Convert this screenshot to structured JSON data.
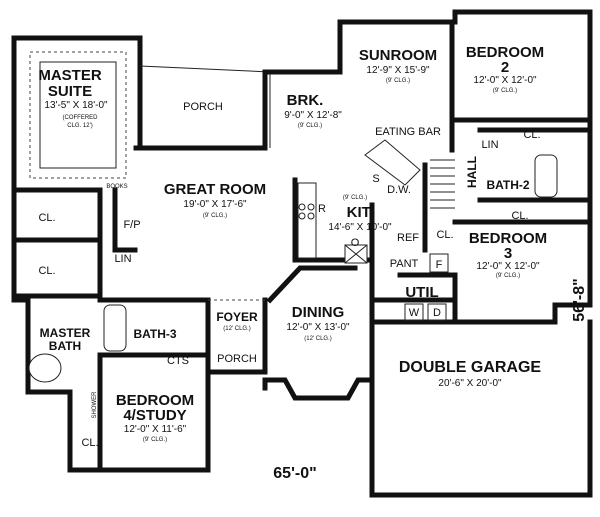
{
  "rooms": {
    "master_suite": {
      "name1": "MASTER",
      "name2": "SUITE",
      "size": "13'-5\" X 18'-0\"",
      "note1": "(COFFERED",
      "note2": "CLG. 12')"
    },
    "porch_top": {
      "name": "PORCH"
    },
    "brk": {
      "name": "BRK.",
      "size": "9'-0\" X 12'-8\"",
      "clg": "(9' CLG.)"
    },
    "sunroom": {
      "name": "SUNROOM",
      "size": "12'-9\" X 15'-9\"",
      "clg": "(9' CLG.)"
    },
    "bedroom2": {
      "name1": "BEDROOM",
      "name2": "2",
      "size": "12'-0\" X 12'-0\"",
      "clg": "(9' CLG.)"
    },
    "eating_bar": {
      "name": "EATING BAR"
    },
    "great_room": {
      "name": "GREAT ROOM",
      "size": "19'-0\" X 17'-6\"",
      "clg": "(9' CLG.)"
    },
    "books": {
      "name": "BOOKS"
    },
    "kit": {
      "name": "KIT.",
      "size": "14'-6\" X 10'-0\"",
      "clg": "(9' CLG.)"
    },
    "hall": {
      "name": "HALL"
    },
    "bath2": {
      "name": "BATH-2"
    },
    "bedroom3": {
      "name1": "BEDROOM",
      "name2": "3",
      "size": "12'-0\" X 12'-0\"",
      "clg": "(9' CLG.)"
    },
    "util": {
      "name": "UTIL"
    },
    "dining": {
      "name": "DINING",
      "size": "12'-0\" X 13'-0\"",
      "clg": "(12' CLG.)"
    },
    "foyer": {
      "name": "FOYER",
      "clg": "(12' CLG.)"
    },
    "porch_front": {
      "name": "PORCH"
    },
    "double_garage": {
      "name": "DOUBLE GARAGE",
      "size": "20'-6\" X 20'-0\""
    },
    "master_bath": {
      "name1": "MASTER",
      "name2": "BATH"
    },
    "bath3": {
      "name": "BATH-3"
    },
    "bedroom4": {
      "name1": "BEDROOM",
      "name2": "4/STUDY",
      "size": "12'-0\" X 11'-6\"",
      "clg": "(9' CLG.)"
    }
  },
  "small_labels": {
    "cl": "CL.",
    "fp": "F/P",
    "lin": "LIN",
    "r": "R",
    "o": "O",
    "s": "S",
    "dw": "D.W.",
    "ref": "REF",
    "pant": "PANT",
    "f": "F",
    "w": "W",
    "d": "D",
    "cts": "CTS",
    "shower": "SHOWER"
  },
  "dimensions": {
    "width": "65'-0\"",
    "depth": "56'-8\""
  }
}
